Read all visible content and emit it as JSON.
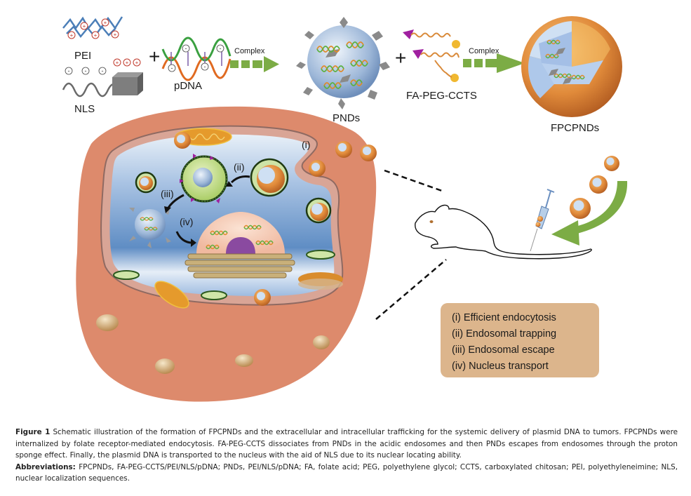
{
  "formation": {
    "pei_label": "PEI",
    "nls_label": "NLS",
    "pdna_label": "pDNA",
    "plus_sign": "+",
    "complex_label_1": "Complex",
    "pnds_label": "PNDs",
    "fa_peg_ccts_label": "FA-PEG-CCTS",
    "complex_label_2": "Complex",
    "fpcpnds_label": "FPCPNDs",
    "charge_positive": "+",
    "charge_negative": "-"
  },
  "cell": {
    "step_i": "(i)",
    "step_ii": "(ii)",
    "step_iii": "(iii)",
    "step_iv": "(iv)"
  },
  "steps_legend": [
    "(i) Efficient endocytosis",
    "(ii) Endosomal trapping",
    "(iii) Endosomal escape",
    "(iv) Nucleus transport"
  ],
  "colors": {
    "cytoplasm": "#dd8a6c",
    "membrane": "#d9a596",
    "interior": "#b8cfe8",
    "arrow_green": "#7cac45",
    "nanoparticle_orange": "#e08a3a",
    "legend_box": "#dcb58c",
    "ligand_magenta": "#a020a0"
  },
  "caption": {
    "figure_label": "Figure 1",
    "figure_text": "Schematic illustration of the formation of FPCPNDs and the extracellular and intracellular trafficking for the systemic delivery of plasmid DNA to tumors. FPCPNDs were internalized by folate receptor-mediated endocytosis. FA-PEG-CCTS dissociates from PNDs in the acidic endosomes and then PNDs escapes from endosomes through the proton sponge effect. Finally, the plasmid DNA is transported to the nucleus with the aid of NLS due to its nuclear locating ability.",
    "abbreviations_label": "Abbreviations:",
    "abbreviations_text": "FPCPNDs, FA-PEG-CCTS/PEI/NLS/pDNA; PNDs, PEI/NLS/pDNA; FA, folate acid; PEG, polyethylene glycol; CCTS, carboxylated chitosan; PEI, polyethyleneimine; NLS, nuclear localization sequences."
  }
}
